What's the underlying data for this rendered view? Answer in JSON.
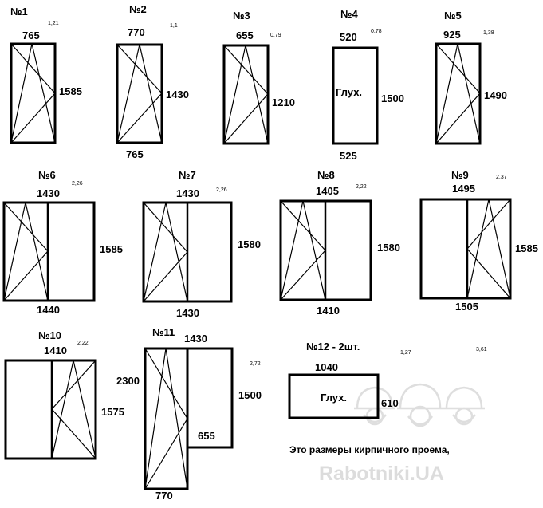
{
  "windows": [
    {
      "num": "№1",
      "area": "1,21",
      "width_top": "765",
      "height": "1585"
    },
    {
      "num": "№2",
      "area": "1,1",
      "width_top": "770",
      "height": "1430",
      "width_bottom": "765"
    },
    {
      "num": "№3",
      "area": "0,79",
      "width_top": "655",
      "height": "1210"
    },
    {
      "num": "№4",
      "area": "0,78",
      "width_top": "520",
      "height": "1500",
      "width_bottom": "525",
      "inner": "Глух."
    },
    {
      "num": "№5",
      "area": "1,38",
      "width_top": "925",
      "height": "1490"
    },
    {
      "num": "№6",
      "area": "2,26",
      "width_top": "1430",
      "height": "1585",
      "width_bottom": "1440"
    },
    {
      "num": "№7",
      "area": "2,26",
      "width_top": "1430",
      "height": "1580",
      "width_bottom": "1430"
    },
    {
      "num": "№8",
      "area": "2,22",
      "width_top": "1405",
      "height": "1580",
      "width_bottom": "1410"
    },
    {
      "num": "№9",
      "area": "2,37",
      "width_top": "1495",
      "height": "1585",
      "width_bottom": "1505"
    },
    {
      "num": "№10",
      "area": "2,22",
      "width_top": "1410",
      "height": "1575"
    },
    {
      "num": "№11",
      "area": "2,72",
      "width_top": "1430",
      "height": "2300",
      "height_right": "1500",
      "inner_right": "655",
      "width_bottom": "770"
    },
    {
      "num": "№12 - 2шт.",
      "area": "1,27",
      "area_extra": "3,61",
      "width_top": "1040",
      "height": "610",
      "inner": "Глух."
    }
  ],
  "note": "Это размеры кирпичного проема,",
  "watermark": {
    "text": "Rabotniki.UA",
    "icon": "builders-helmet-icon"
  }
}
